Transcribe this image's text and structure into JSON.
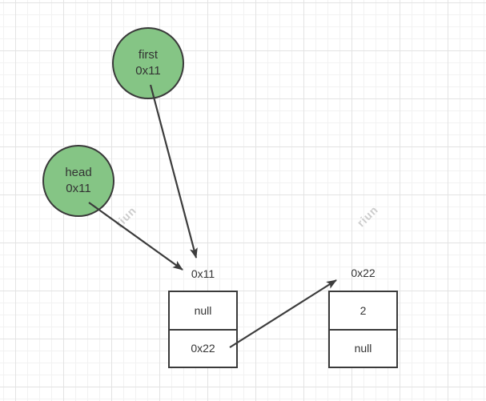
{
  "canvas": {
    "watermark_text": "riun",
    "colors": {
      "node_fill": "#85C585",
      "node_stroke": "#3A3A3A",
      "arrow": "#3C3C3C",
      "text": "#333333",
      "grid_minor": "#F2F2F2",
      "grid_major": "#E3E3E3",
      "watermark": "#CDCDCD"
    }
  },
  "pointers": [
    {
      "name": "first",
      "address": "0x11"
    },
    {
      "name": "head",
      "address": "0x11"
    }
  ],
  "nodes": [
    {
      "label": "0x11",
      "fields": [
        "null",
        "0x22"
      ]
    },
    {
      "label": "0x22",
      "fields": [
        "2",
        "null"
      ]
    }
  ]
}
